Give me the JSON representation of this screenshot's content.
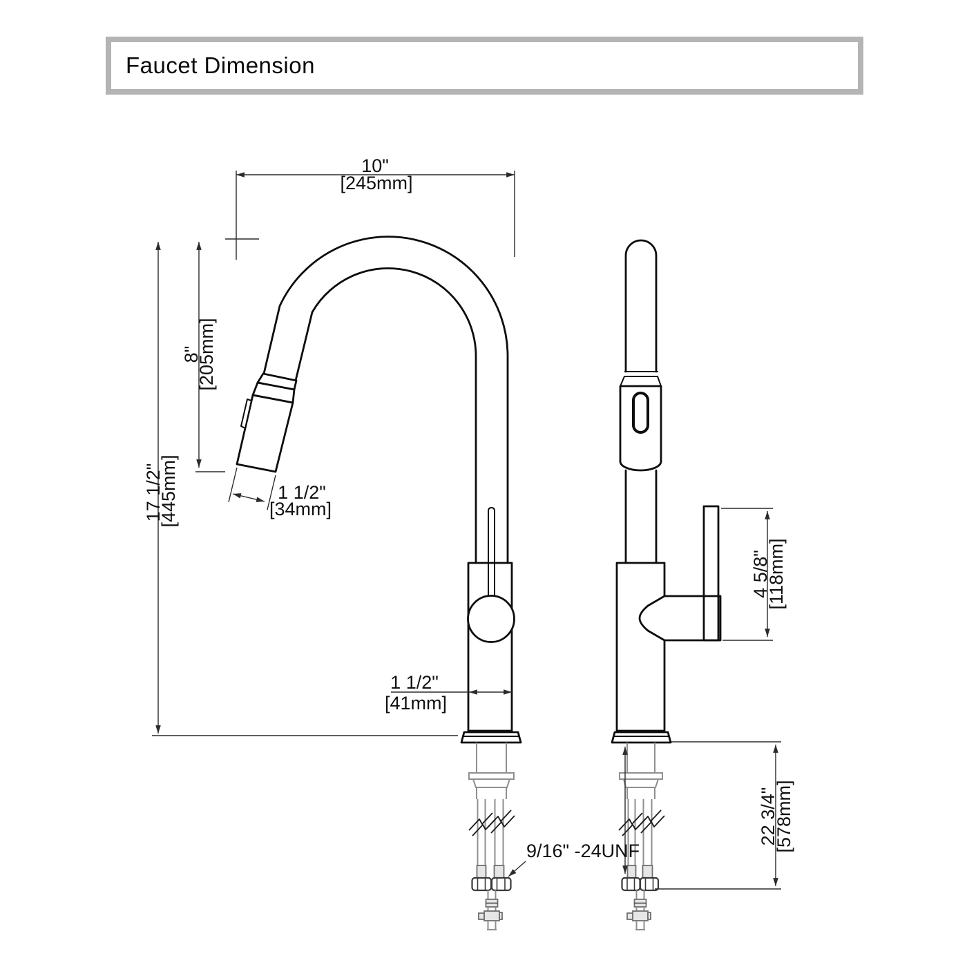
{
  "title": "Faucet Dimension",
  "dims": {
    "spout_reach": {
      "in": "10\"",
      "mm": "[245mm]"
    },
    "spout_to_outlet": {
      "in": "8\"",
      "mm": "[205mm]"
    },
    "overall_height": {
      "in": "17 1/2\"",
      "mm": "[445mm]"
    },
    "spray_head": {
      "in": "1 1/2\"",
      "mm": "[34mm]"
    },
    "body_diameter": {
      "in": "1 1/2\"",
      "mm": "[41mm]"
    },
    "handle_height": {
      "in": "4 5/8\"",
      "mm": "[118mm]"
    },
    "hose_length": {
      "in": "22 3/4\"",
      "mm": "[578mm]"
    },
    "thread_spec": "9/16\" -24UNF"
  }
}
